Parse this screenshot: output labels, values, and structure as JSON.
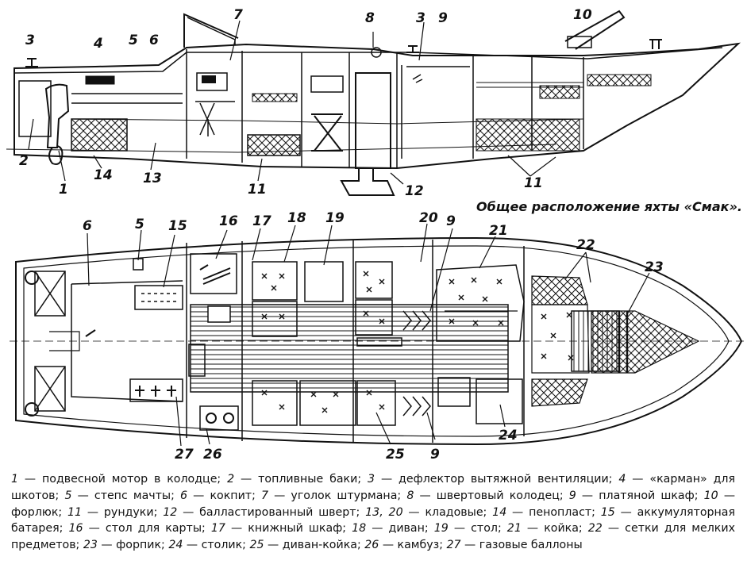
{
  "title": "Общее расположение яхты «Смак».",
  "side_labels": [
    {
      "id": "1",
      "text": "1"
    },
    {
      "id": "2",
      "text": "2"
    },
    {
      "id": "3a",
      "text": "3"
    },
    {
      "id": "3b",
      "text": "3"
    },
    {
      "id": "4",
      "text": "4"
    },
    {
      "id": "5",
      "text": "5"
    },
    {
      "id": "6",
      "text": "6"
    },
    {
      "id": "7",
      "text": "7"
    },
    {
      "id": "8",
      "text": "8"
    },
    {
      "id": "9",
      "text": "9"
    },
    {
      "id": "10",
      "text": "10"
    },
    {
      "id": "11a",
      "text": "11"
    },
    {
      "id": "11b",
      "text": "11"
    },
    {
      "id": "12",
      "text": "12"
    },
    {
      "id": "13",
      "text": "13"
    },
    {
      "id": "14",
      "text": "14"
    }
  ],
  "plan_labels": [
    {
      "id": "5",
      "text": "5"
    },
    {
      "id": "6",
      "text": "6"
    },
    {
      "id": "9a",
      "text": "9"
    },
    {
      "id": "9b",
      "text": "9"
    },
    {
      "id": "15",
      "text": "15"
    },
    {
      "id": "16",
      "text": "16"
    },
    {
      "id": "17",
      "text": "17"
    },
    {
      "id": "18",
      "text": "18"
    },
    {
      "id": "19",
      "text": "19"
    },
    {
      "id": "20",
      "text": "20"
    },
    {
      "id": "21",
      "text": "21"
    },
    {
      "id": "22",
      "text": "22"
    },
    {
      "id": "23",
      "text": "23"
    },
    {
      "id": "24",
      "text": "24"
    },
    {
      "id": "25",
      "text": "25"
    },
    {
      "id": "26",
      "text": "26"
    },
    {
      "id": "27",
      "text": "27"
    }
  ],
  "legend": [
    {
      "n": "1",
      "text": "подвесной мотор в колодце;"
    },
    {
      "n": "2",
      "text": "топливные баки;"
    },
    {
      "n": "3",
      "text": "дефлектор вытяжной вентиляции;"
    },
    {
      "n": "4",
      "text": "«карман» для шкотов;"
    },
    {
      "n": "5",
      "text": "степс мачты;"
    },
    {
      "n": "6",
      "text": "кокпит;"
    },
    {
      "n": "7",
      "text": "уголок штурмана;"
    },
    {
      "n": "8",
      "text": "швертовый колодец;"
    },
    {
      "n": "9",
      "text": "платяной шкаф;"
    },
    {
      "n": "10",
      "text": "форлюк;"
    },
    {
      "n": "11",
      "text": "рундуки;"
    },
    {
      "n": "12",
      "text": "балластированный шверт;"
    },
    {
      "n": "13, 20",
      "text": "кладовые;"
    },
    {
      "n": "14",
      "text": "пенопласт;"
    },
    {
      "n": "15",
      "text": "аккумуляторная батарея;"
    },
    {
      "n": "16",
      "text": "стол для карты;"
    },
    {
      "n": "17",
      "text": "книжный шкаф;"
    },
    {
      "n": "18",
      "text": "диван;"
    },
    {
      "n": "19",
      "text": "стол;"
    },
    {
      "n": "21",
      "text": "койка;"
    },
    {
      "n": "22",
      "text": "сетки для мелких предметов;"
    },
    {
      "n": "23",
      "text": "форпик;"
    },
    {
      "n": "24",
      "text": "столик;"
    },
    {
      "n": "25",
      "text": "диван-койка;"
    },
    {
      "n": "26",
      "text": "камбуз;"
    },
    {
      "n": "27",
      "text": "газовые баллоны"
    }
  ]
}
